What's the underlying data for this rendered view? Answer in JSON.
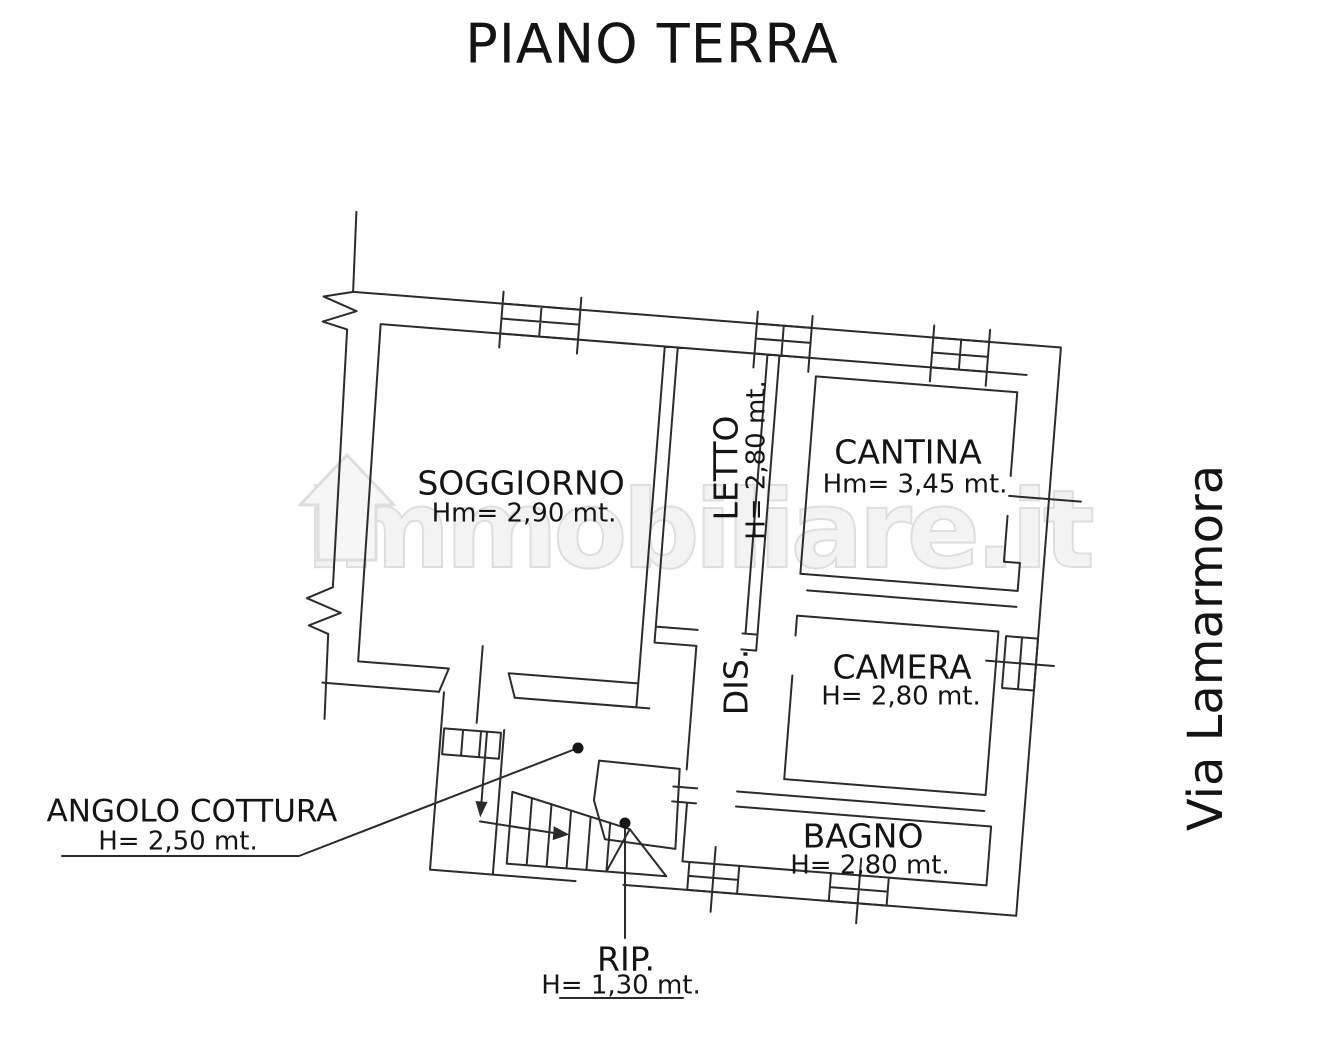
{
  "title": "PIANO TERRA",
  "street": "Via Lamarmora",
  "watermark": "immobiliare.it",
  "rooms": {
    "soggiorno": {
      "name": "SOGGIORNO",
      "height": "Hm= 2,90 mt."
    },
    "letto": {
      "name": "LETTO",
      "height": "H= 2,80 mt."
    },
    "cantina": {
      "name": "CANTINA",
      "height": "Hm= 3,45 mt."
    },
    "camera": {
      "name": "CAMERA",
      "height": "H= 2,80 mt."
    },
    "dis": {
      "name": "DIS."
    },
    "bagno": {
      "name": "BAGNO",
      "height": "H= 2,80 mt."
    },
    "angolo_cottura": {
      "name": "ANGOLO COTTURA",
      "height": "H= 2,50 mt."
    },
    "rip": {
      "name": "RIP.",
      "height": "H= 1,30 mt."
    }
  }
}
